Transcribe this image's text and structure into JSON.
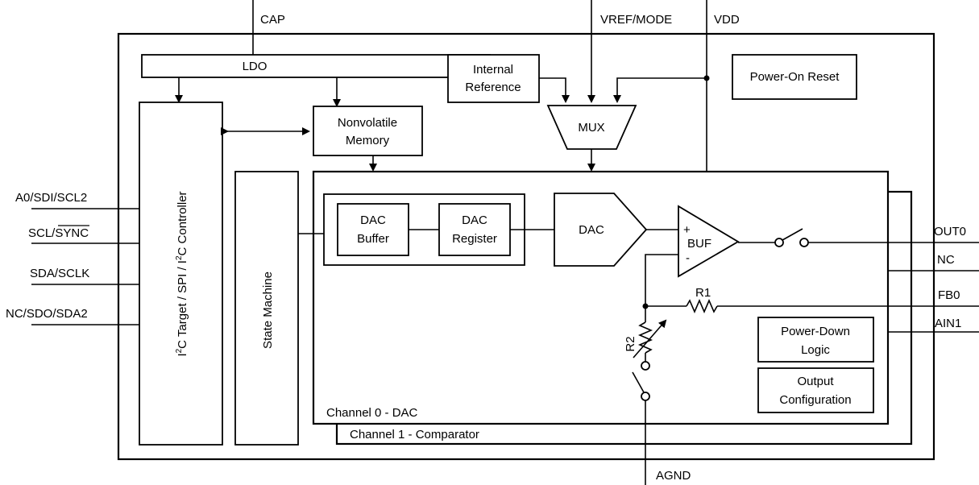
{
  "pins": {
    "cap": "CAP",
    "vref_mode": "VREF/MODE",
    "vdd": "VDD",
    "a0": "A0/SDI/SCL2",
    "scl_prefix": "SCL/",
    "scl_sync": "SYNC",
    "sda": "SDA/SCLK",
    "nc_sdo": "NC/SDO/SDA2",
    "out0": "OUT0",
    "nc": "NC",
    "fb0": "FB0",
    "ain1": "AIN1",
    "agnd": "AGND"
  },
  "blocks": {
    "ldo": "LDO",
    "internal_ref_line1": "Internal",
    "internal_ref_line2": "Reference",
    "mux": "MUX",
    "por": "Power-On Reset",
    "nvm_line1": "Nonvolatile",
    "nvm_line2": "Memory",
    "interface_label_part1": "I",
    "interface_sup1": "2",
    "interface_label_part2": "C Target / SPI / I",
    "interface_sup2": "2",
    "interface_label_part3": "C Controller",
    "state_machine": "State Machine",
    "dac_buffer_line1": "DAC",
    "dac_buffer_line2": "Buffer",
    "dac_register_line1": "DAC",
    "dac_register_line2": "Register",
    "dac": "DAC",
    "buf": "BUF",
    "buf_plus": "+",
    "buf_minus": "-",
    "r1": "R1",
    "r2": "R2",
    "pdl_line1": "Power-Down",
    "pdl_line2": "Logic",
    "oc_line1": "Output",
    "oc_line2": "Configuration",
    "channel0": "Channel 0 - DAC",
    "channel1": "Channel 1 - Comparator"
  }
}
